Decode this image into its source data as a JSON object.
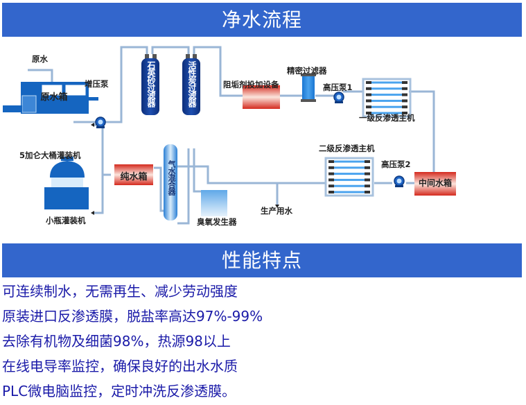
{
  "sections": {
    "process_title": "净水流程",
    "features_title": "性能特点"
  },
  "diagram": {
    "raw_water": "原水",
    "raw_water_tank": "原水箱",
    "booster_pump": "增压泵",
    "quartz_sand_filter": "石英砂过滤器",
    "activated_carbon_filter": "活性炭过滤器",
    "antiscalant_dosing": "阻垢剂投加设备",
    "precision_filter": "精密过滤器",
    "high_pressure_pump_1": "高压泵1",
    "ro_stage_1": "一级反渗透主机",
    "intermediate_tank": "中间水箱",
    "high_pressure_pump_2": "高压泵2",
    "ro_stage_2": "二级反渗透主机",
    "production_water": "生产用水",
    "ozone_generator": "臭氧发生器",
    "gas_water_mixer": "气水混合器",
    "pure_water_tank": "纯水箱",
    "barrel_filler": "5加仑大桶灌装机",
    "bottle_filler": "小瓶灌装机"
  },
  "features": [
    "可连续制水，无需再生、减少劳动强度",
    "原装进口反渗透膜，脱盐率高达97%-99%",
    "去除有机物及细菌98%，热源98以上",
    "在线电导率监控，确保良好的出水水质",
    "PLC微电脑监控，定时冲洗反渗透膜。"
  ],
  "colors": {
    "banner": "#3366cc",
    "feature_text": "#1a1aa8",
    "pipe": "#9ab6d6",
    "equipment_blue": "#1565c0",
    "tank_red": "#d83a2a"
  }
}
